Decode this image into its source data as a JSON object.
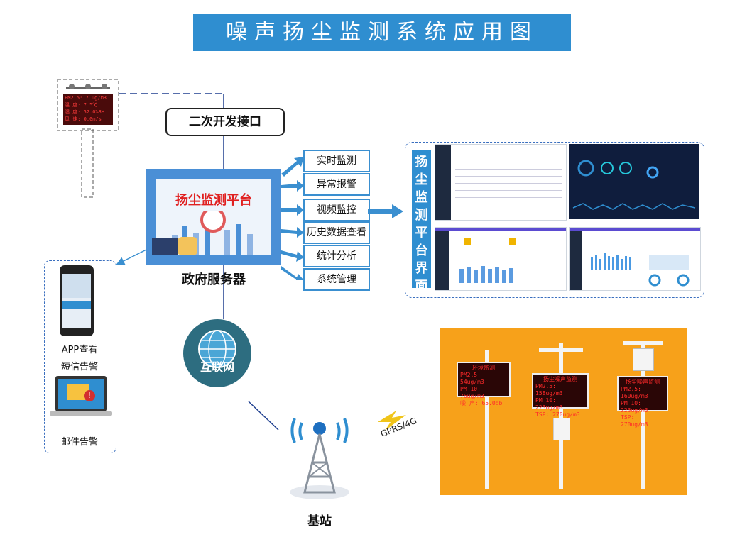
{
  "title": "噪声扬尘监测系统应用图",
  "interface_label": "二次开发接口",
  "platform_title": "扬尘监测平台",
  "server_label": "政府服务器",
  "functions": [
    "实时监测",
    "异常报警",
    "视频监控",
    "历史数据查看",
    "统计分析",
    "系统管理"
  ],
  "platform_ui_label": "扬尘监测平台界面",
  "internet_label": "互联网",
  "base_station_label": "基站",
  "app_label": "APP查看",
  "sms_label": "短信告警",
  "mail_label": "邮件告警",
  "gprs_label": "GPRS/4G",
  "display_top_left": {
    "line1": "PM2.5:  7 ug/m3",
    "line2": "温 度:  7.5℃",
    "line3": "湿 度:  52.0%RH",
    "line4": "风 速:  0.0m/s"
  },
  "stations": [
    {
      "title": "环境监测",
      "lines": [
        "PM2.5: 54ug/m3",
        "PM 10: 76ug/m3",
        "噪 声: 65.0db"
      ]
    },
    {
      "title": "扬尘噪声监测",
      "lines": [
        "PM2.5: 158ug/m3",
        "PM 10: 223ug/m3",
        "TSP: 270ug/m3"
      ]
    },
    {
      "title": "扬尘噪声监测",
      "lines": [
        "PM2.5: 160ug/m3",
        "PM 10: 223ug/m3",
        "TSP: 270ug/m3"
      ]
    }
  ],
  "colors": {
    "accent": "#2f8ed0",
    "led_red": "#ff2a2a",
    "orange": "#f7a11a",
    "dark_ui": "#0f1d3d"
  }
}
